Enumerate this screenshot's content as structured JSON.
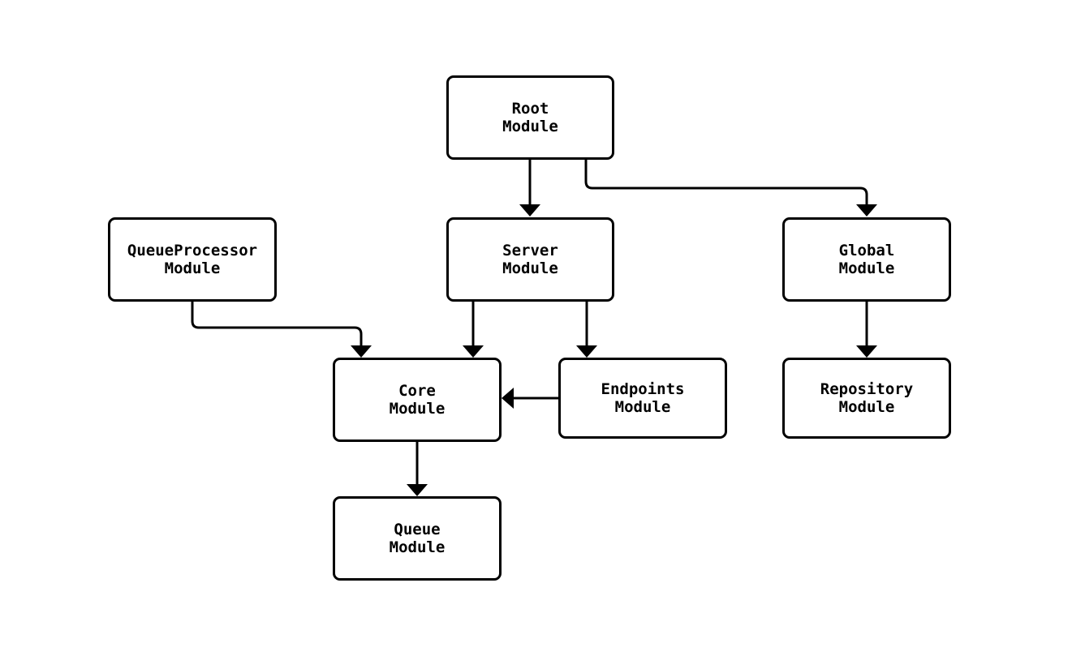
{
  "diagram": {
    "type": "module-dependency-flowchart",
    "background_color": "#ffffff",
    "node_fill_color": "#ffffff",
    "stroke_color": "#000000",
    "nodes": [
      {
        "id": "root",
        "label": "Root\nModule"
      },
      {
        "id": "server",
        "label": "Server\nModule"
      },
      {
        "id": "global",
        "label": "Global\nModule"
      },
      {
        "id": "queueprocessor",
        "label": "QueueProcessor\nModule"
      },
      {
        "id": "core",
        "label": "Core\nModule"
      },
      {
        "id": "endpoints",
        "label": "Endpoints\nModule"
      },
      {
        "id": "repository",
        "label": "Repository\nModule"
      },
      {
        "id": "queue",
        "label": "Queue\nModule"
      }
    ],
    "edges": [
      {
        "from": "root",
        "to": "server"
      },
      {
        "from": "root",
        "to": "global"
      },
      {
        "from": "queueprocessor",
        "to": "core"
      },
      {
        "from": "server",
        "to": "core"
      },
      {
        "from": "server",
        "to": "endpoints"
      },
      {
        "from": "endpoints",
        "to": "core"
      },
      {
        "from": "global",
        "to": "repository"
      },
      {
        "from": "core",
        "to": "queue"
      }
    ]
  }
}
